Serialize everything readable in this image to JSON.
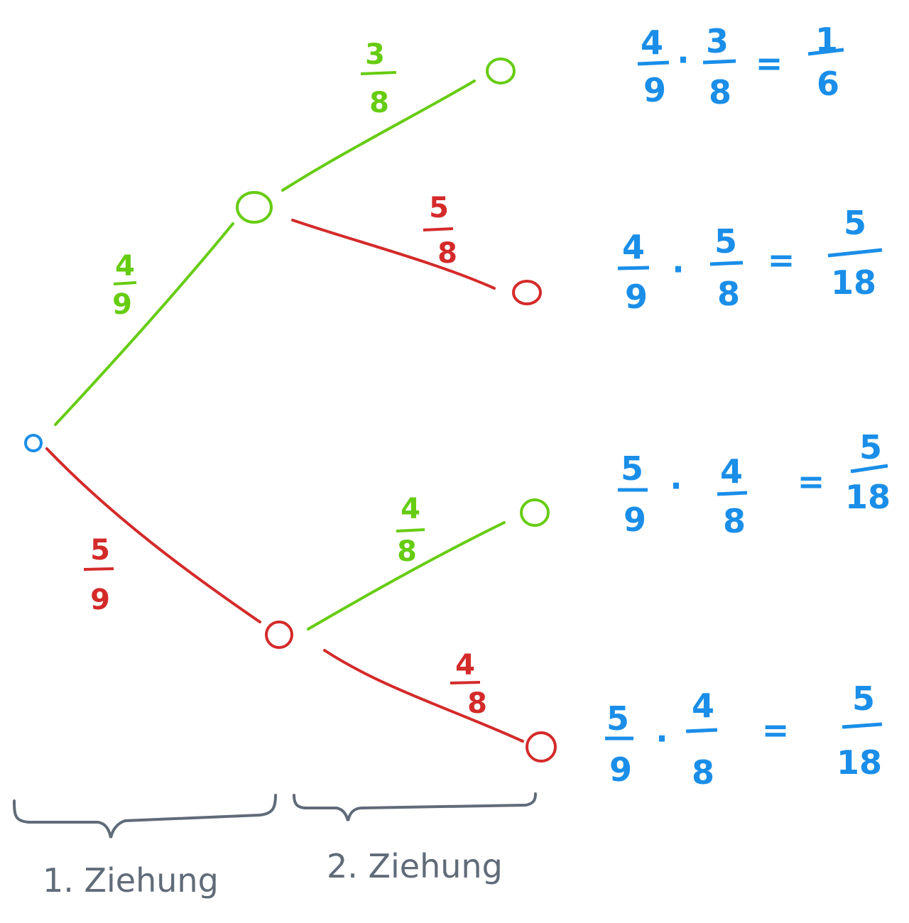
{
  "colors": {
    "green": "#66cc11",
    "red": "#d42a2a",
    "blue": "#1a8ee8",
    "gray": "#606b78"
  },
  "edges": {
    "root_green": {
      "num": "4",
      "den": "9"
    },
    "root_red": {
      "num": "5",
      "den": "9"
    },
    "gg": {
      "num": "3",
      "den": "8"
    },
    "gr": {
      "num": "5",
      "den": "8"
    },
    "rg": {
      "num": "4",
      "den": "8"
    },
    "rr": {
      "num": "4",
      "den": "8"
    }
  },
  "products": [
    {
      "f1": {
        "num": "4",
        "den": "9"
      },
      "op": "·",
      "f2": {
        "num": "3",
        "den": "8"
      },
      "eq": "=",
      "res": {
        "num": "1",
        "den": "6"
      }
    },
    {
      "f1": {
        "num": "4",
        "den": "9"
      },
      "op": "·",
      "f2": {
        "num": "5",
        "den": "8"
      },
      "eq": "=",
      "res": {
        "num": "5",
        "den": "18"
      }
    },
    {
      "f1": {
        "num": "5",
        "den": "9"
      },
      "op": "·",
      "f2": {
        "num": "4",
        "den": "8"
      },
      "eq": "=",
      "res": {
        "num": "5",
        "den": "18"
      }
    },
    {
      "f1": {
        "num": "5",
        "den": "9"
      },
      "op": "·",
      "f2": {
        "num": "4",
        "den": "8"
      },
      "eq": "=",
      "res": {
        "num": "5",
        "den": "18"
      }
    }
  ],
  "stages": {
    "first": "1. Ziehung",
    "second": "2. Ziehung"
  }
}
